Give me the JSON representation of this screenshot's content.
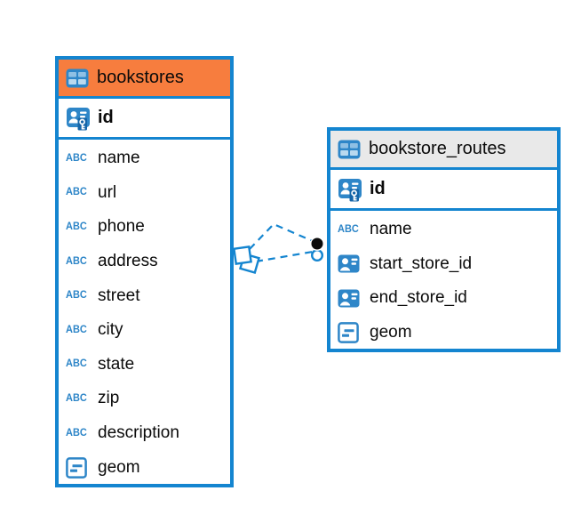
{
  "diagram": {
    "background": "#ffffff",
    "accent_blue": "#1485D0",
    "icon_blue": "#2E86C8",
    "pk_key_patch_blue": "#1565A8"
  },
  "icons": {
    "text_type_label": "ABC"
  },
  "entities": {
    "bookstores": {
      "title": "bookstores",
      "header_bg": "#F77D3E",
      "pk": {
        "name": "id"
      },
      "columns": [
        {
          "name": "name",
          "type": "text"
        },
        {
          "name": "url",
          "type": "text"
        },
        {
          "name": "phone",
          "type": "text"
        },
        {
          "name": "address",
          "type": "text"
        },
        {
          "name": "street",
          "type": "text"
        },
        {
          "name": "city",
          "type": "text"
        },
        {
          "name": "state",
          "type": "text"
        },
        {
          "name": "zip",
          "type": "text"
        },
        {
          "name": "description",
          "type": "text"
        },
        {
          "name": "geom",
          "type": "geometry"
        }
      ]
    },
    "bookstore_routes": {
      "title": "bookstore_routes",
      "header_bg": "#E9E9E9",
      "pk": {
        "name": "id"
      },
      "columns": [
        {
          "name": "name",
          "type": "text"
        },
        {
          "name": "start_store_id",
          "type": "reference"
        },
        {
          "name": "end_store_id",
          "type": "reference"
        },
        {
          "name": "geom",
          "type": "geometry"
        }
      ]
    }
  },
  "relationships": [
    {
      "from": "bookstores",
      "to": "bookstore_routes",
      "style": "dashed",
      "line_count": 2
    }
  ]
}
